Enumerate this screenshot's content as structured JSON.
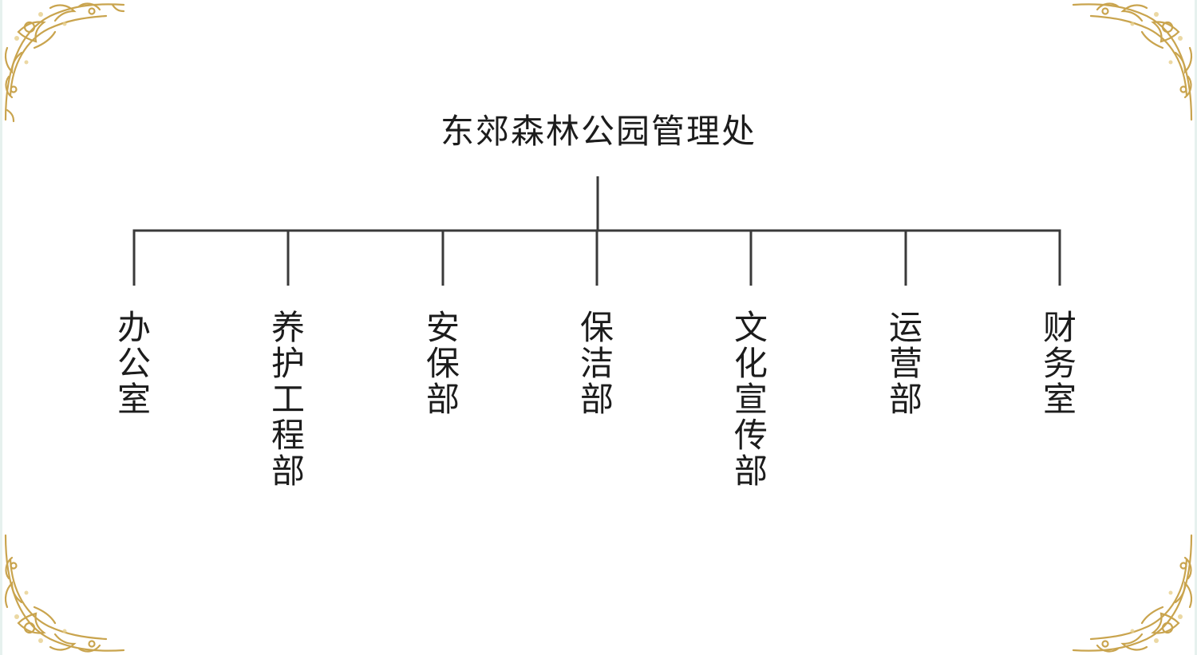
{
  "colors": {
    "line": "#3a3a3a",
    "text": "#1c1c1c",
    "ornament": "#c9a44e",
    "ornament_light": "#e7cf8d"
  },
  "org": {
    "root": "东郊森林公园管理处",
    "departments": [
      {
        "label": "办公室"
      },
      {
        "label": "养护工程部"
      },
      {
        "label": "安保部"
      },
      {
        "label": "保洁部"
      },
      {
        "label": "文化宣传部"
      },
      {
        "label": "运营部"
      },
      {
        "label": "财务室"
      }
    ]
  }
}
